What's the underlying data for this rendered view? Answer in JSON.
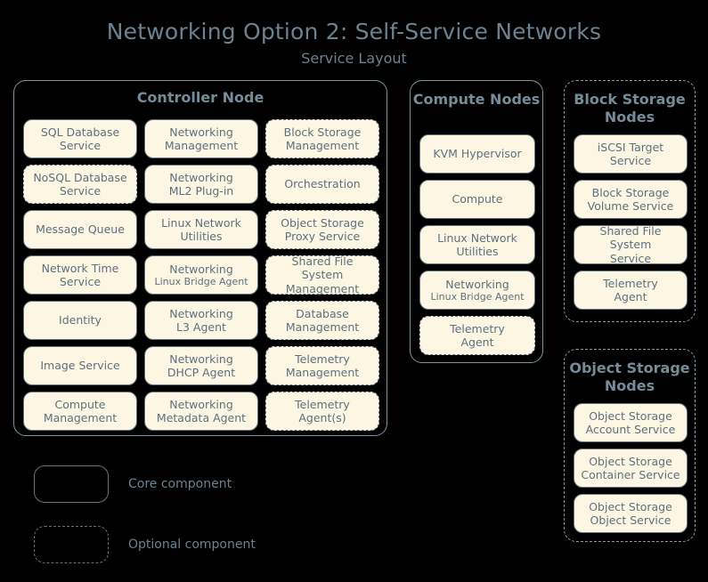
{
  "title": {
    "main": "Networking Option 2: Self-Service Networks",
    "sub": "Service Layout"
  },
  "colors": {
    "background": "#000000",
    "chip_fill": "#fdf6e3",
    "chip_border": "#5f7480",
    "text": "#5c7280",
    "title_text": "#6d8290",
    "container_border": "#7d939e"
  },
  "controller_node": {
    "title": "Controller Node",
    "container_style": "solid",
    "services": [
      {
        "l1": "SQL Database",
        "l2": "Service",
        "style": "solid"
      },
      {
        "l1": "Networking",
        "l2": "Management",
        "style": "solid"
      },
      {
        "l1": "Block Storage",
        "l2": "Management",
        "style": "dashed"
      },
      {
        "l1": "NoSQL Database",
        "l2": "Service",
        "style": "dashed"
      },
      {
        "l1": "Networking",
        "l2": "ML2 Plug-in",
        "style": "solid"
      },
      {
        "l1": "Orchestration",
        "l2": "",
        "style": "dashed"
      },
      {
        "l1": "Message Queue",
        "l2": "",
        "style": "solid"
      },
      {
        "l1": "Linux Network",
        "l2": "Utilities",
        "style": "solid"
      },
      {
        "l1": "Object Storage",
        "l2": "Proxy Service",
        "style": "dashed"
      },
      {
        "l1": "Network Time",
        "l2": "Service",
        "style": "solid"
      },
      {
        "l1": "Networking",
        "l2": "Linux Bridge Agent",
        "l2_small": true,
        "style": "solid"
      },
      {
        "l1": "Shared File System",
        "l2": "Management",
        "style": "dashed"
      },
      {
        "l1": "Identity",
        "l2": "",
        "style": "solid"
      },
      {
        "l1": "Networking",
        "l2": "L3 Agent",
        "style": "solid"
      },
      {
        "l1": "Database",
        "l2": "Management",
        "style": "dashed"
      },
      {
        "l1": "Image Service",
        "l2": "",
        "style": "solid"
      },
      {
        "l1": "Networking",
        "l2": "DHCP Agent",
        "style": "solid"
      },
      {
        "l1": "Telemetry",
        "l2": "Management",
        "style": "dashed"
      },
      {
        "l1": "Compute",
        "l2": "Management",
        "style": "solid"
      },
      {
        "l1": "Networking",
        "l2": "Metadata Agent",
        "style": "solid"
      },
      {
        "l1": "Telemetry",
        "l2": "Agent(s)",
        "style": "dashed"
      }
    ]
  },
  "compute_nodes": {
    "title": "Compute Nodes",
    "container_style": "solid",
    "services": [
      {
        "l1": "KVM Hypervisor",
        "l2": "",
        "style": "solid"
      },
      {
        "l1": "Compute",
        "l2": "",
        "style": "solid"
      },
      {
        "l1": "Linux Network",
        "l2": "Utilities",
        "style": "solid"
      },
      {
        "l1": "Networking",
        "l2": "Linux Bridge Agent",
        "l2_small": true,
        "style": "solid"
      },
      {
        "l1": "Telemetry",
        "l2": "Agent",
        "style": "dashed"
      }
    ]
  },
  "block_storage_nodes": {
    "title": "Block Storage Nodes",
    "container_style": "dashed",
    "services": [
      {
        "l1": "iSCSI Target",
        "l2": "Service",
        "style": "solid"
      },
      {
        "l1": "Block Storage",
        "l2": "Volume Service",
        "style": "solid"
      },
      {
        "l1": "Shared File System",
        "l2": "Service",
        "style": "solid"
      },
      {
        "l1": "Telemetry",
        "l2": "Agent",
        "style": "solid"
      }
    ]
  },
  "object_storage_nodes": {
    "title": "Object Storage Nodes",
    "container_style": "dashed",
    "services": [
      {
        "l1": "Object Storage",
        "l2": "Account Service",
        "style": "solid"
      },
      {
        "l1": "Object Storage",
        "l2": "Container Service",
        "style": "solid"
      },
      {
        "l1": "Object Storage",
        "l2": "Object Service",
        "style": "solid"
      }
    ]
  },
  "legend": {
    "items": [
      {
        "label": "Core component",
        "style": "solid"
      },
      {
        "label": "Optional component",
        "style": "dashed"
      }
    ]
  }
}
